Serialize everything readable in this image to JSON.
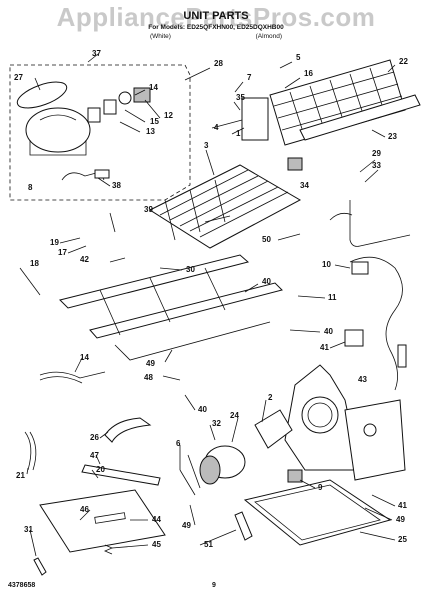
{
  "watermark": "AppliancePartsPros.com",
  "header": {
    "title": "UNIT PARTS",
    "subtitle": "For Models: ED25QFXHN00, ED25DQXHB00",
    "colors": [
      "(White)",
      "(Almond)"
    ]
  },
  "footer": {
    "doc_number": "4378658",
    "page_number": "9"
  },
  "parts": [
    {
      "label": "37"
    },
    {
      "label": "27"
    },
    {
      "label": "28"
    },
    {
      "label": "7"
    },
    {
      "label": "5"
    },
    {
      "label": "16"
    },
    {
      "label": "22"
    },
    {
      "label": "14"
    },
    {
      "label": "35"
    },
    {
      "label": "13"
    },
    {
      "label": "15"
    },
    {
      "label": "12"
    },
    {
      "label": "4"
    },
    {
      "label": "1"
    },
    {
      "label": "23"
    },
    {
      "label": "3"
    },
    {
      "label": "29"
    },
    {
      "label": "33"
    },
    {
      "label": "34"
    },
    {
      "label": "38"
    },
    {
      "label": "8"
    },
    {
      "label": "39"
    },
    {
      "label": "50"
    },
    {
      "label": "19"
    },
    {
      "label": "17"
    },
    {
      "label": "42"
    },
    {
      "label": "30"
    },
    {
      "label": "10"
    },
    {
      "label": "18"
    },
    {
      "label": "40"
    },
    {
      "label": "11"
    },
    {
      "label": "40"
    },
    {
      "label": "41"
    },
    {
      "label": "14"
    },
    {
      "label": "49"
    },
    {
      "label": "43"
    },
    {
      "label": "48"
    },
    {
      "label": "40"
    },
    {
      "label": "2"
    },
    {
      "label": "24"
    },
    {
      "label": "32"
    },
    {
      "label": "26"
    },
    {
      "label": "6"
    },
    {
      "label": "47"
    },
    {
      "label": "20"
    },
    {
      "label": "21"
    },
    {
      "label": "9"
    },
    {
      "label": "41"
    },
    {
      "label": "46"
    },
    {
      "label": "44"
    },
    {
      "label": "49"
    },
    {
      "label": "49"
    },
    {
      "label": "31"
    },
    {
      "label": "51"
    },
    {
      "label": "45"
    },
    {
      "label": "25"
    }
  ]
}
